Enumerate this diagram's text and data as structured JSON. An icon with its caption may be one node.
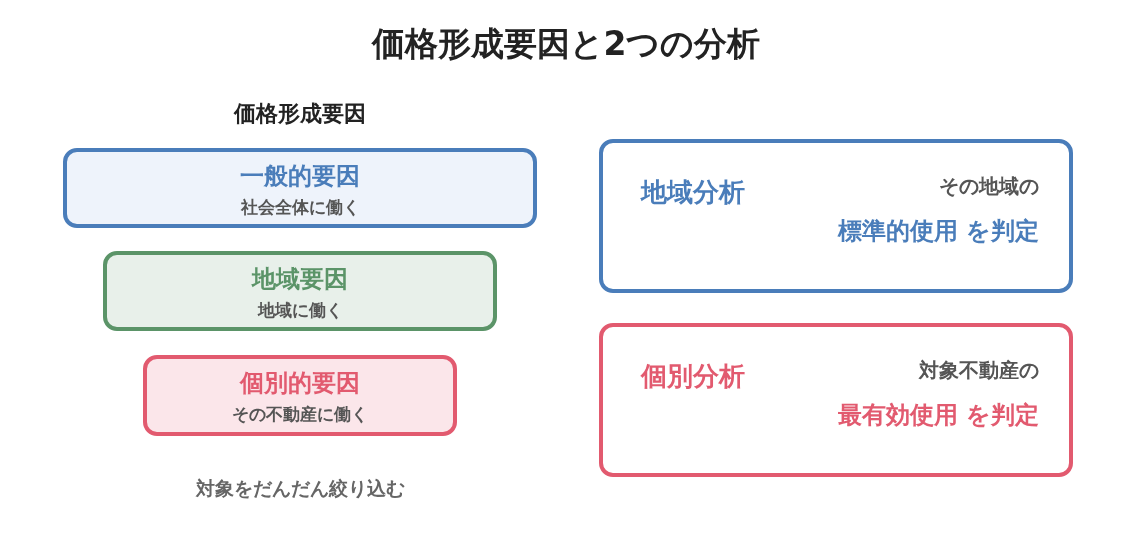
{
  "diagram": {
    "title": "価格形成要因と2つの分析",
    "nodes": [
      {
        "text": [
          "一般的要因",
          "社会全体に働く"
        ]
      },
      {
        "text": [
          "地域要因",
          "地域に働く"
        ]
      },
      {
        "text": [
          "個別的要因",
          "その不動産に働く"
        ]
      },
      {
        "text": [
          "地域分析",
          "その地域の",
          "標準的使用 を判定"
        ]
      },
      {
        "text": [
          "個別分析",
          "対象不動産の",
          "最有効使用 を判定"
        ]
      }
    ],
    "labels": [
      "価格形成要因",
      "対象をだんだん絞り込む"
    ]
  }
}
